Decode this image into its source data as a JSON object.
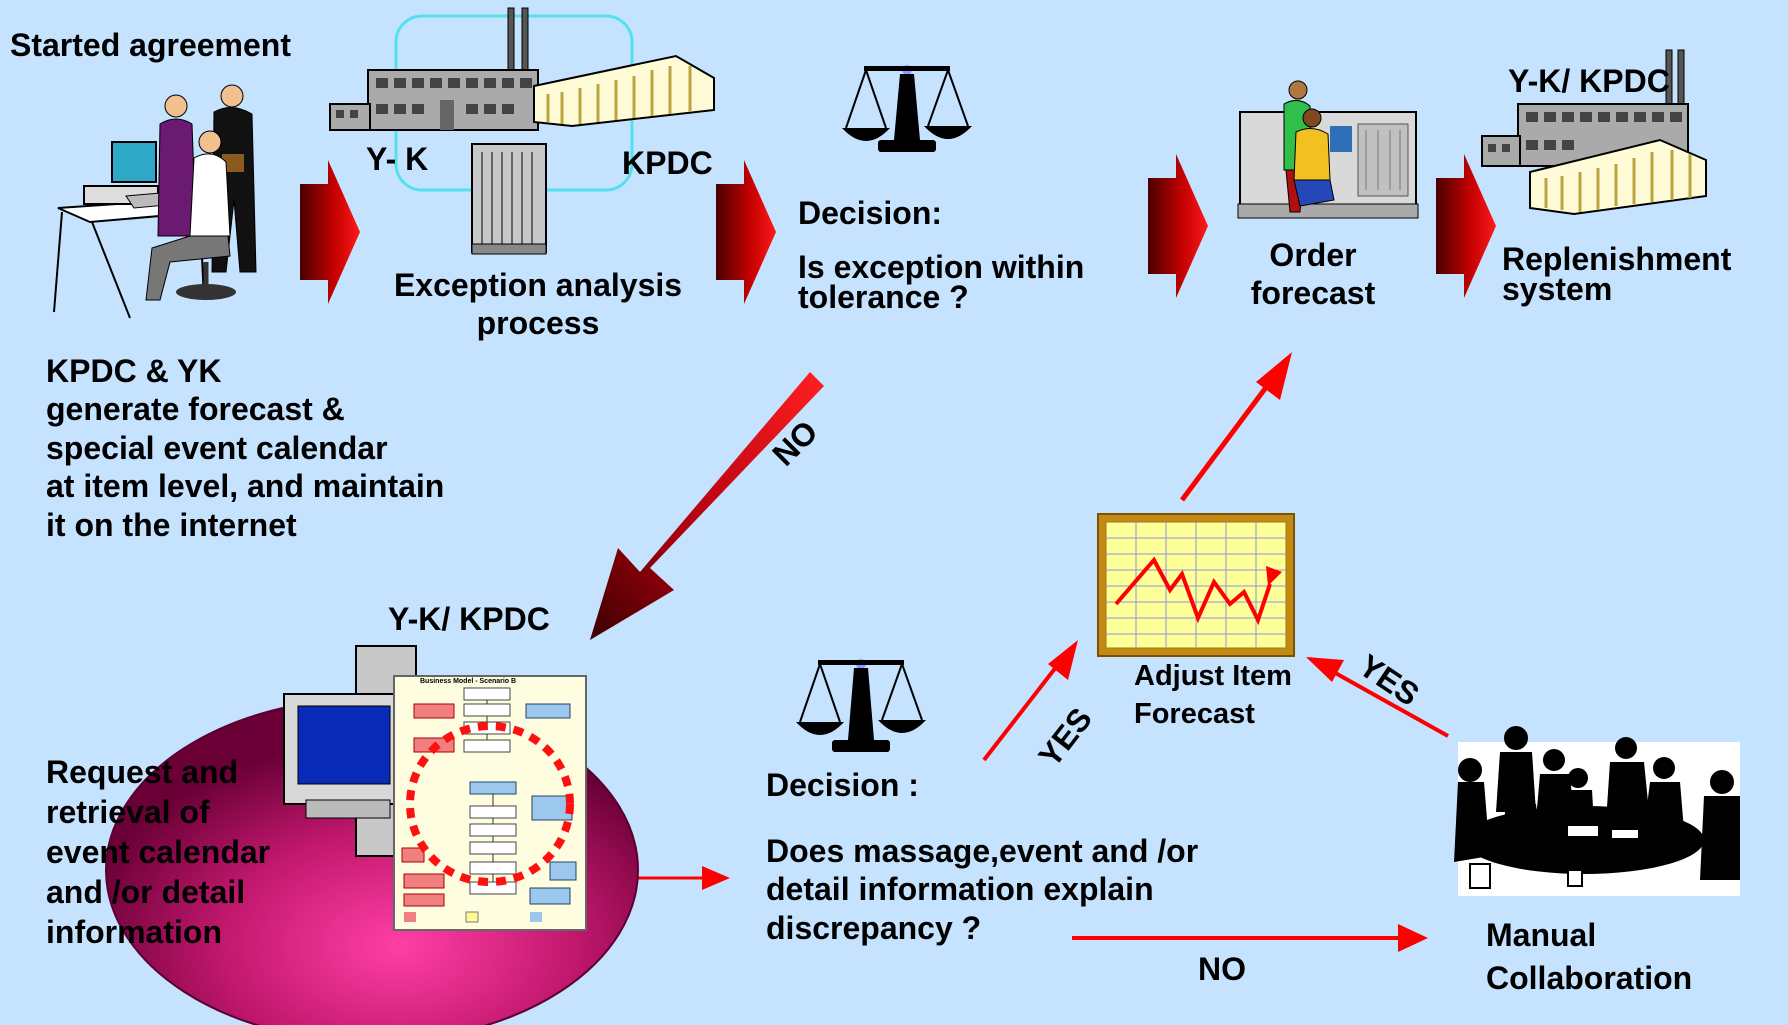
{
  "labels": {
    "started_agreement": "Started agreement",
    "yk": "Y- K",
    "kpdc": "KPDC",
    "exception_process": "Exception analysis\nprocess",
    "decision1_title": "Decision:",
    "decision1_question": "Is exception within\ntolerance ?",
    "order_forecast": "Order\nforecast",
    "yk_kpdc_top": "Y-K/ KPDC",
    "replenishment": "Replenishment\nsystem",
    "generate_text": "KPDC & YK\ngenerate forecast &\nspecial event calendar\nat item level, and maintain\nit on the internet",
    "no_diagonal": "NO",
    "yk_kpdc_mid": "Y-K/ KPDC",
    "request_text": "Request and\nretrieval of\nevent calendar\nand /or detail\ninformation",
    "decision2_title": "Decision :",
    "decision2_question": "Does  massage,event and /or\ndetail information explain\ndiscrepancy ?",
    "yes_left": "YES",
    "yes_right": "YES",
    "adjust_forecast": "Adjust  Item\nForecast",
    "no_bottom": "NO",
    "manual_collab": "Manual\nCollaboration",
    "business_model_title": "Business Model - Scenario B"
  },
  "colors": {
    "background": "#c5e3ff",
    "arrow_red": "#ff0000",
    "arrow_dark": "#5a0000",
    "ellipse_light": "#ff3fa6",
    "ellipse_dark": "#7a0040",
    "chart_frame": "#c08a14",
    "chart_fill": "#ffff9a"
  }
}
